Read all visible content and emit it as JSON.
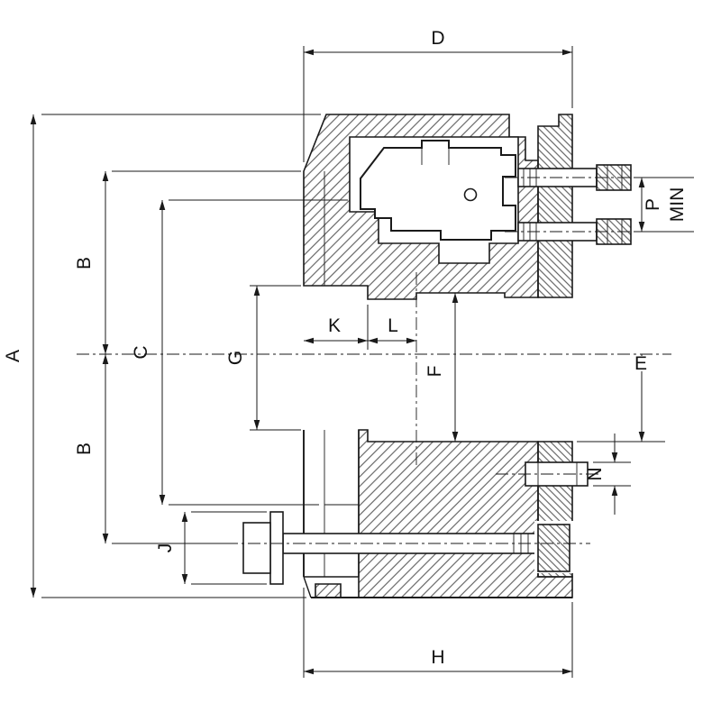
{
  "labels": {
    "A": "A",
    "B_upper": "B",
    "B_lower": "B",
    "C": "C",
    "D": "D",
    "E": "E",
    "F": "F",
    "G": "G",
    "H": "H",
    "J": "J",
    "K": "K",
    "L": "L",
    "MIN": "MIN",
    "N": "N",
    "P": "P"
  },
  "colors": {
    "line": "#1a1a1a",
    "hatch": "#4a4a4a",
    "background": "#ffffff"
  }
}
